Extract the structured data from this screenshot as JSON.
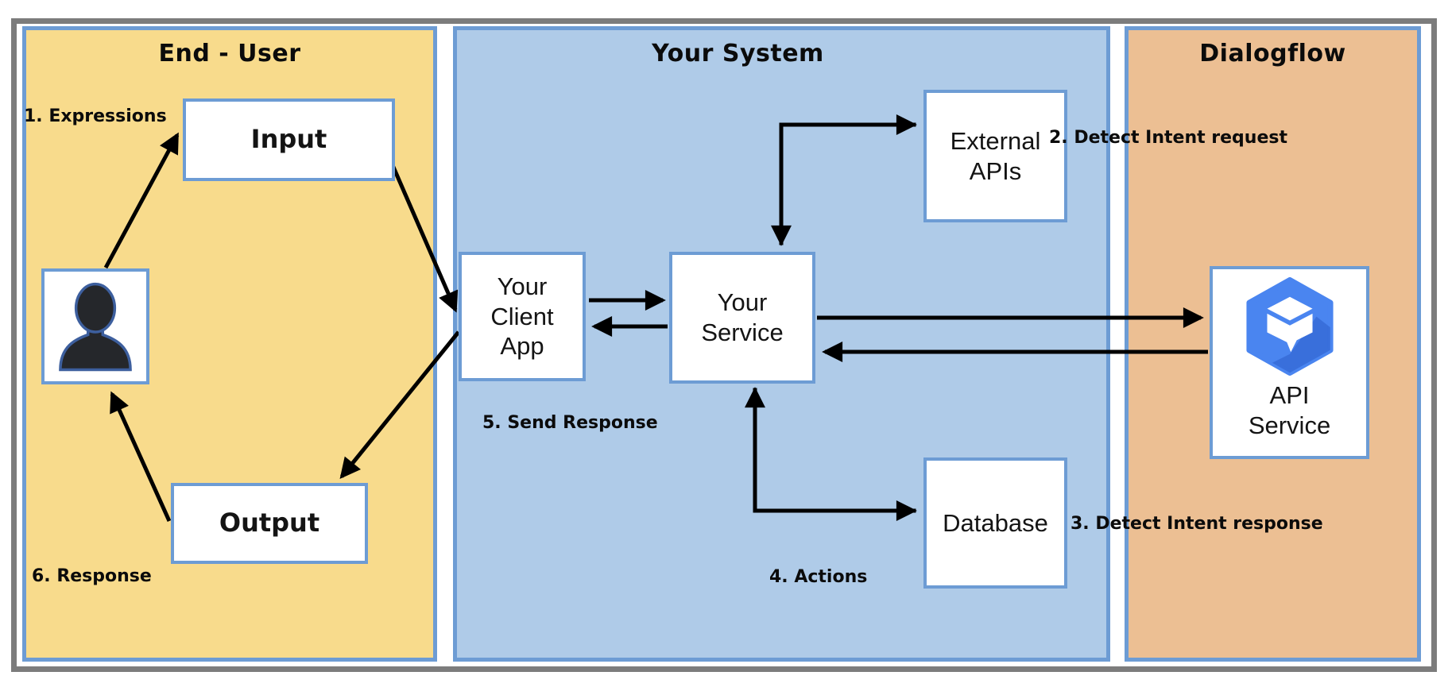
{
  "panels": {
    "end_user": {
      "title": "End - User"
    },
    "your_system": {
      "title": "Your System"
    },
    "dialogflow": {
      "title": "Dialogflow"
    }
  },
  "nodes": {
    "input": "Input",
    "output": "Output",
    "client_app": "Your Client App",
    "service": "Your Service",
    "external_apis": "External APIs",
    "database": "Database",
    "api_service": "API Service"
  },
  "labels": {
    "step1": "1. Expressions",
    "step2": "2. Detect Intent request",
    "step3": "3. Detect Intent response",
    "step4": "4. Actions",
    "step5": "5. Send Response",
    "step6": "6. Response"
  },
  "icons": {
    "user": "person-silhouette-icon",
    "dialogflow_logo": "dialogflow-hexagon-logo-icon"
  },
  "colors": {
    "end_user_bg": "#F8DB8C",
    "your_system_bg": "#AFCBE8",
    "dialogflow_bg": "#ECBF93",
    "panel_border": "#6D9CD4",
    "node_border": "#6D9CD4",
    "outer_border": "#7C7C7C",
    "arrow": "#000000",
    "logo_blue": "#4A85F0",
    "logo_shadow": "#3569D6",
    "user_fill": "#25272B",
    "user_stroke": "#3D5F9E"
  }
}
